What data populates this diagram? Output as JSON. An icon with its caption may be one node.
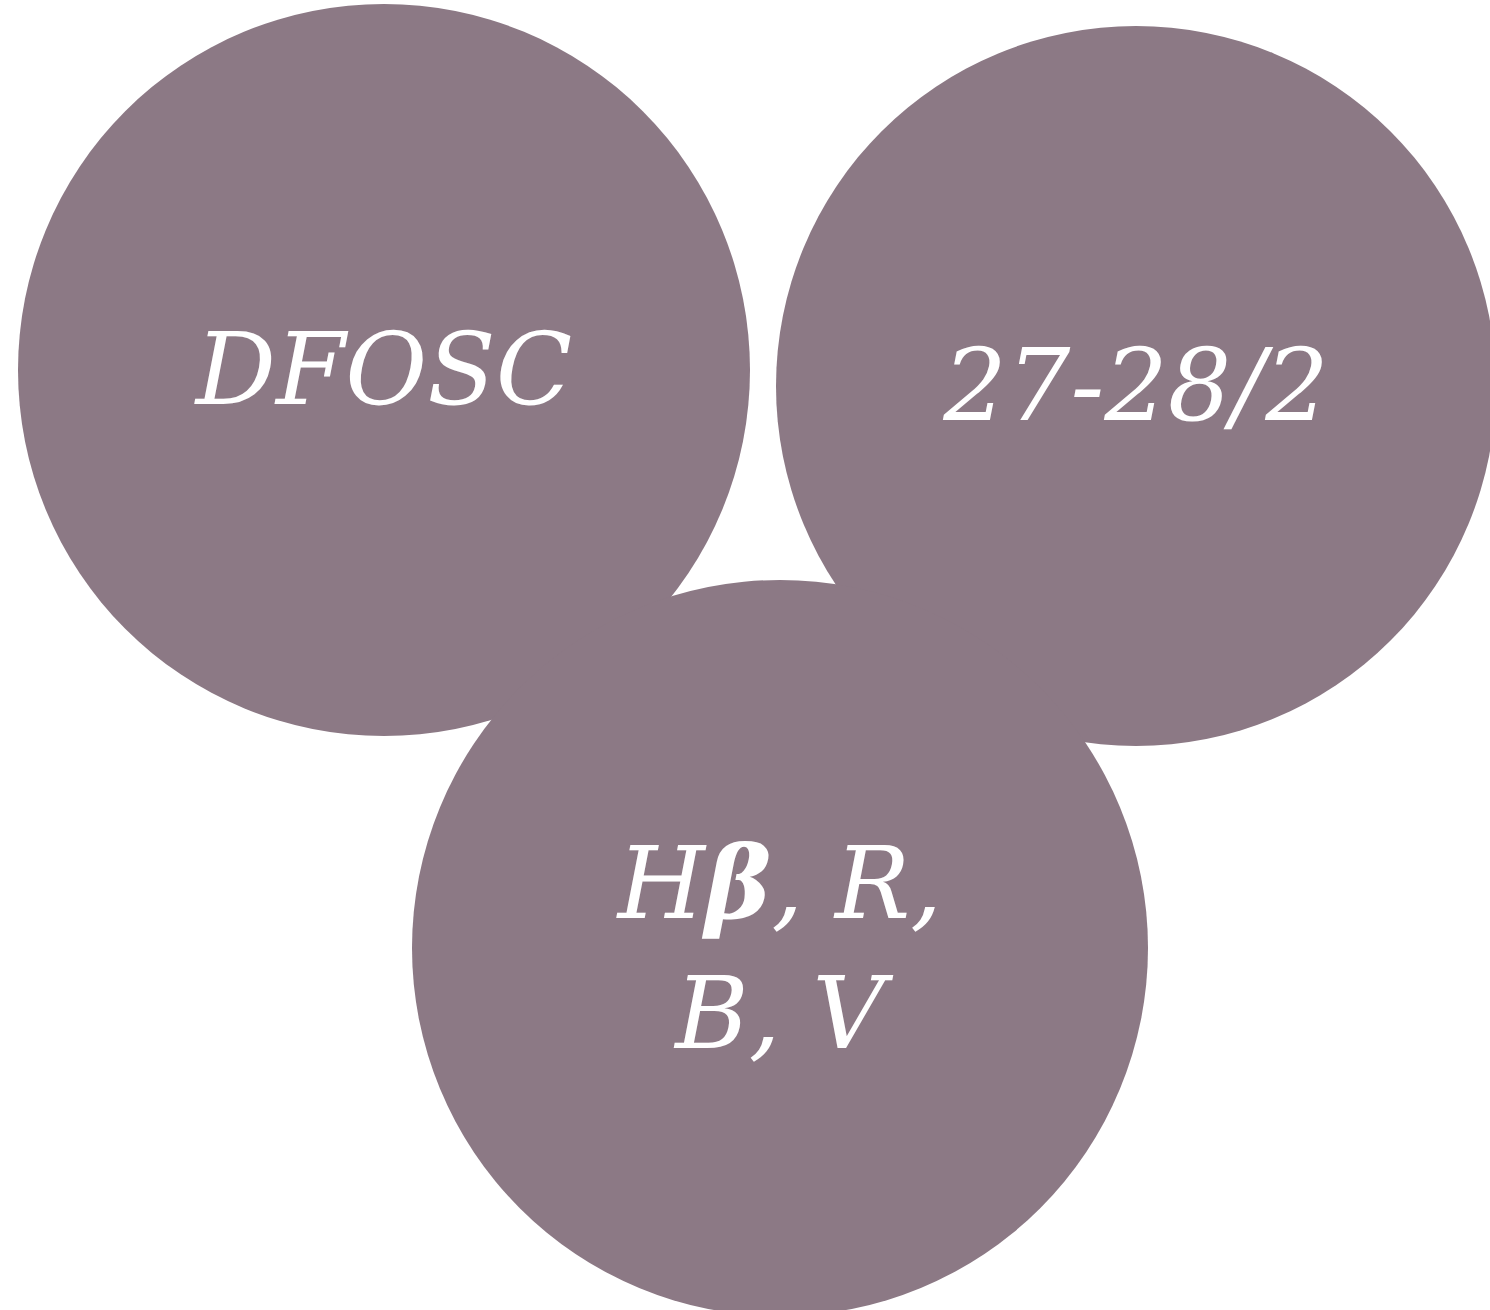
{
  "diagram": {
    "nodes": [
      {
        "text": [
          "DFOSC"
        ]
      },
      {
        "text": [
          "27-28/2"
        ]
      },
      {
        "text": [
          "H**β**, R, B, V"
        ]
      }
    ]
  }
}
